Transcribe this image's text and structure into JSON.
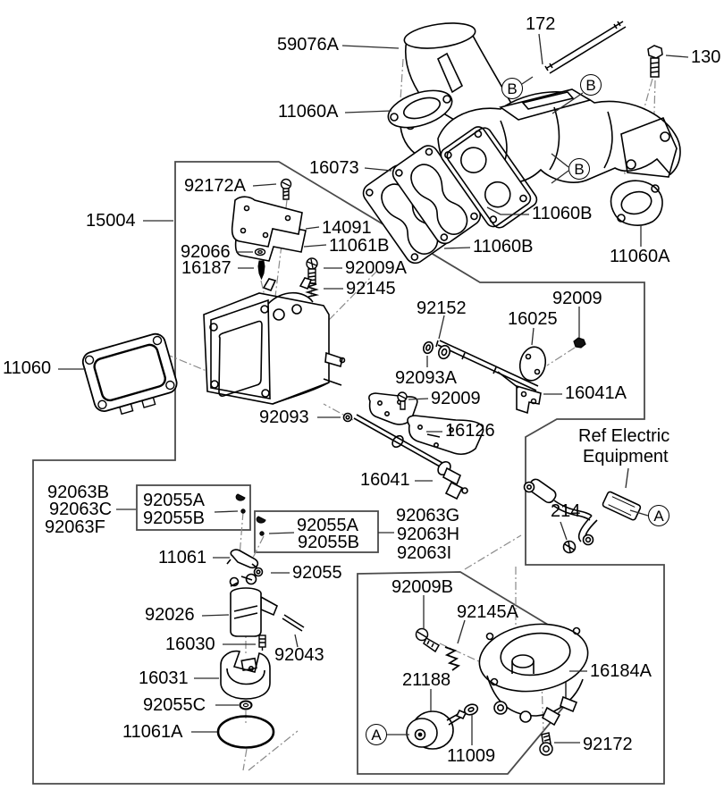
{
  "diagram": {
    "title": "Carburetor and intake manifold exploded parts diagram",
    "colors": {
      "background": "#ffffff",
      "line": "#000000",
      "box_outline": "#4a4a4a",
      "leader": "#333333",
      "dashdot": "#777777"
    },
    "labels": [
      {
        "id": "59076A",
        "text": "59076A"
      },
      {
        "id": "11060A-top-left",
        "text": "11060A"
      },
      {
        "id": "172",
        "text": "172"
      },
      {
        "id": "130",
        "text": "130"
      },
      {
        "id": "16073",
        "text": "16073"
      },
      {
        "id": "11060B-right",
        "text": "11060B"
      },
      {
        "id": "11060B-lower",
        "text": "11060B"
      },
      {
        "id": "11060A-right",
        "text": "11060A"
      },
      {
        "id": "92172A",
        "text": "92172A"
      },
      {
        "id": "15004",
        "text": "15004"
      },
      {
        "id": "14091",
        "text": "14091"
      },
      {
        "id": "11061B",
        "text": "11061B"
      },
      {
        "id": "92066",
        "text": "92066"
      },
      {
        "id": "16187",
        "text": "16187"
      },
      {
        "id": "92009A",
        "text": "92009A"
      },
      {
        "id": "92145",
        "text": "92145"
      },
      {
        "id": "11060",
        "text": "11060"
      },
      {
        "id": "92093",
        "text": "92093"
      },
      {
        "id": "92152",
        "text": "92152"
      },
      {
        "id": "16025",
        "text": "16025"
      },
      {
        "id": "92009-upper",
        "text": "92009"
      },
      {
        "id": "92093A",
        "text": "92093A"
      },
      {
        "id": "92009-lower",
        "text": "92009"
      },
      {
        "id": "16041A",
        "text": "16041A"
      },
      {
        "id": "16126",
        "text": "16126"
      },
      {
        "id": "16041",
        "text": "16041"
      },
      {
        "id": "ref-electric-line1",
        "text": "Ref Electric"
      },
      {
        "id": "ref-electric-line2",
        "text": "Equipment"
      },
      {
        "id": "214",
        "text": "214"
      },
      {
        "id": "92063B",
        "text": "92063B"
      },
      {
        "id": "92063C",
        "text": "92063C"
      },
      {
        "id": "92063F",
        "text": "92063F"
      },
      {
        "id": "92055A-box1",
        "text": "92055A"
      },
      {
        "id": "92055B-box1",
        "text": "92055B"
      },
      {
        "id": "92055A-box2",
        "text": "92055A"
      },
      {
        "id": "92055B-box2",
        "text": "92055B"
      },
      {
        "id": "92063G",
        "text": "92063G"
      },
      {
        "id": "92063H",
        "text": "92063H"
      },
      {
        "id": "92063I",
        "text": "92063I"
      },
      {
        "id": "11061",
        "text": "11061"
      },
      {
        "id": "92055",
        "text": "92055"
      },
      {
        "id": "92026",
        "text": "92026"
      },
      {
        "id": "16030",
        "text": "16030"
      },
      {
        "id": "92043",
        "text": "92043"
      },
      {
        "id": "16031",
        "text": "16031"
      },
      {
        "id": "92055C",
        "text": "92055C"
      },
      {
        "id": "11061A",
        "text": "11061A"
      },
      {
        "id": "92009B",
        "text": "92009B"
      },
      {
        "id": "92145A",
        "text": "92145A"
      },
      {
        "id": "16184A",
        "text": "16184A"
      },
      {
        "id": "21188",
        "text": "21188"
      },
      {
        "id": "11009",
        "text": "11009"
      },
      {
        "id": "92172",
        "text": "92172"
      }
    ],
    "ref_marks": [
      {
        "id": "B-stud",
        "letter": "B"
      },
      {
        "id": "B-manifold-top",
        "letter": "B"
      },
      {
        "id": "B-manifold-right",
        "letter": "B"
      },
      {
        "id": "A-electric",
        "letter": "A"
      },
      {
        "id": "A-solenoid",
        "letter": "A"
      }
    ]
  }
}
